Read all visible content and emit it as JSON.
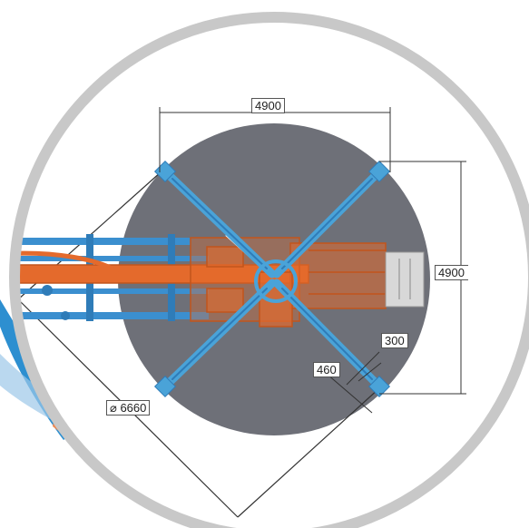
{
  "dimensions": {
    "top_width": "4900",
    "right_height": "4900",
    "outrigger_extension": "300",
    "outrigger_pad": "460",
    "diagonal_span": "⌀ 6660"
  },
  "colors": {
    "frame_ring": "#c8c8c8",
    "footprint_disc": "#6e7078",
    "chassis_orange": "#e46a2c",
    "outrigger_blue": "#4aa3d8",
    "boom_blue": "#3b8fcf",
    "dimension_line": "#333333"
  }
}
